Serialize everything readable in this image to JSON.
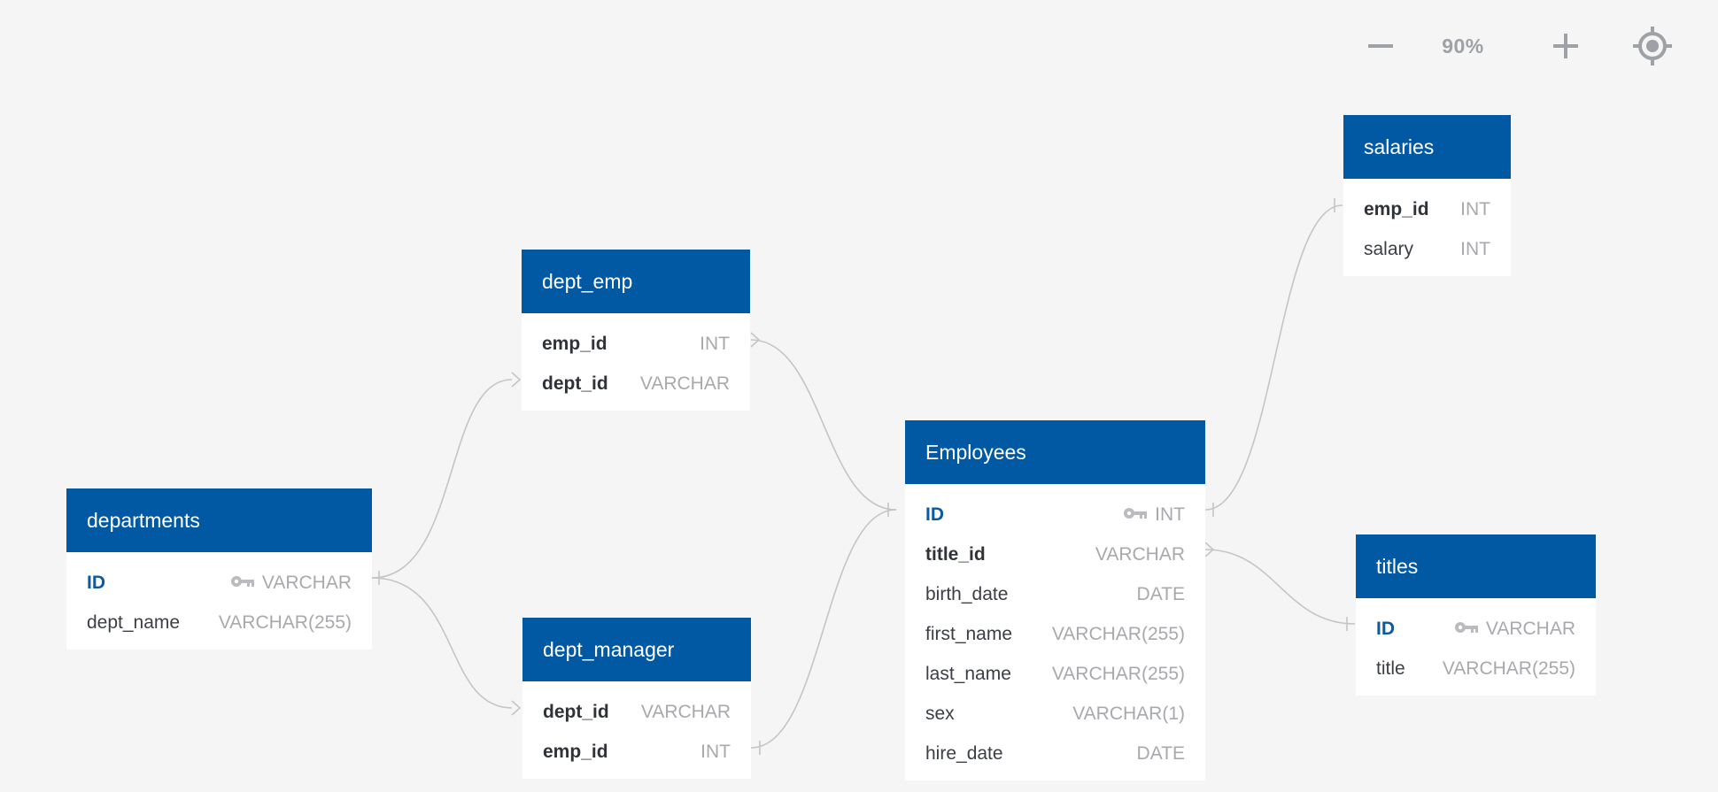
{
  "toolbar": {
    "zoom_level": "90%",
    "zoom_out_icon": "minus-icon",
    "zoom_in_icon": "plus-icon",
    "center_icon": "crosshair-target-icon"
  },
  "colors": {
    "header": "#0159a3",
    "background": "#f4f5f4",
    "line": "#c3c5c7",
    "pk_text": "#0b5aa4"
  },
  "entities": {
    "dept_emp": {
      "title": "dept_emp",
      "fields": [
        {
          "name": "emp_id",
          "type": "INT"
        },
        {
          "name": "dept_id",
          "type": "VARCHAR"
        }
      ]
    },
    "departments": {
      "title": "departments",
      "fields": [
        {
          "name": "ID",
          "type": "VARCHAR"
        },
        {
          "name": "dept_name",
          "type": "VARCHAR(255)"
        }
      ]
    },
    "dept_manager": {
      "title": "dept_manager",
      "fields": [
        {
          "name": "dept_id",
          "type": "VARCHAR"
        },
        {
          "name": "emp_id",
          "type": "INT"
        }
      ]
    },
    "employees": {
      "title": "Employees",
      "fields": [
        {
          "name": "ID",
          "type": "INT"
        },
        {
          "name": "title_id",
          "type": "VARCHAR"
        },
        {
          "name": "birth_date",
          "type": "DATE"
        },
        {
          "name": "first_name",
          "type": "VARCHAR(255)"
        },
        {
          "name": "last_name",
          "type": "VARCHAR(255)"
        },
        {
          "name": "sex",
          "type": "VARCHAR(1)"
        },
        {
          "name": "hire_date",
          "type": "DATE"
        }
      ]
    },
    "salaries": {
      "title": "salaries",
      "fields": [
        {
          "name": "emp_id",
          "type": "INT"
        },
        {
          "name": "salary",
          "type": "INT"
        }
      ]
    },
    "titles": {
      "title": "titles",
      "fields": [
        {
          "name": "ID",
          "type": "VARCHAR"
        },
        {
          "name": "title",
          "type": "VARCHAR(255)"
        }
      ]
    }
  }
}
